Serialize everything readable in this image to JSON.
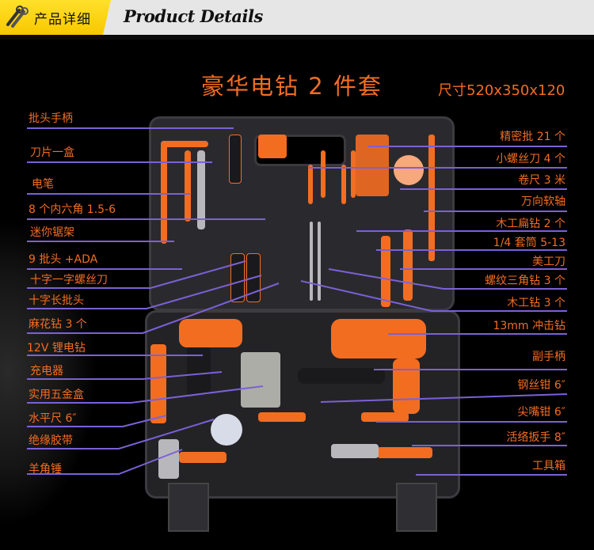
{
  "header": {
    "badge_cn": "产品详细",
    "title_en": "Product Details",
    "icon": "tools-icon",
    "accent_color": "#f8c800"
  },
  "product": {
    "title": "豪华电钻 2 件套",
    "size_label": "尺寸",
    "size_value": "520x350x120",
    "text_color": "#f36d21",
    "line_color": "#7b61d6"
  },
  "callouts_left": [
    {
      "label": "批头手柄"
    },
    {
      "label": "刀片一盒"
    },
    {
      "label": "电笔"
    },
    {
      "label": "8 个内六角 1.5-6"
    },
    {
      "label": "迷你锯架"
    },
    {
      "label": "9 批头 +ADA"
    },
    {
      "label": "十字一字螺丝刀"
    },
    {
      "label": "十字长批头"
    },
    {
      "label": "麻花钻 3 个"
    },
    {
      "label": "12V 锂电钻"
    },
    {
      "label": "充电器"
    },
    {
      "label": "实用五金盒"
    },
    {
      "label": "水平尺 6″"
    },
    {
      "label": "绝缘胶带"
    },
    {
      "label": "羊角锤"
    }
  ],
  "callouts_right": [
    {
      "label": "精密批 21 个"
    },
    {
      "label": "小螺丝刀 4 个"
    },
    {
      "label": "卷尺 3 米"
    },
    {
      "label": "万向软轴"
    },
    {
      "label": "木工扁钻 2 个"
    },
    {
      "label": "1/4 套筒 5-13"
    },
    {
      "label": "美工刀"
    },
    {
      "label": "螺纹三角钻 3 个"
    },
    {
      "label": "木工钻 3 个"
    },
    {
      "label": "13mm 冲击钻"
    },
    {
      "label": "副手柄"
    },
    {
      "label": "钢丝钳 6″"
    },
    {
      "label": "尖嘴钳 6″"
    },
    {
      "label": "活络扳手 8″"
    },
    {
      "label": "工具箱"
    }
  ]
}
